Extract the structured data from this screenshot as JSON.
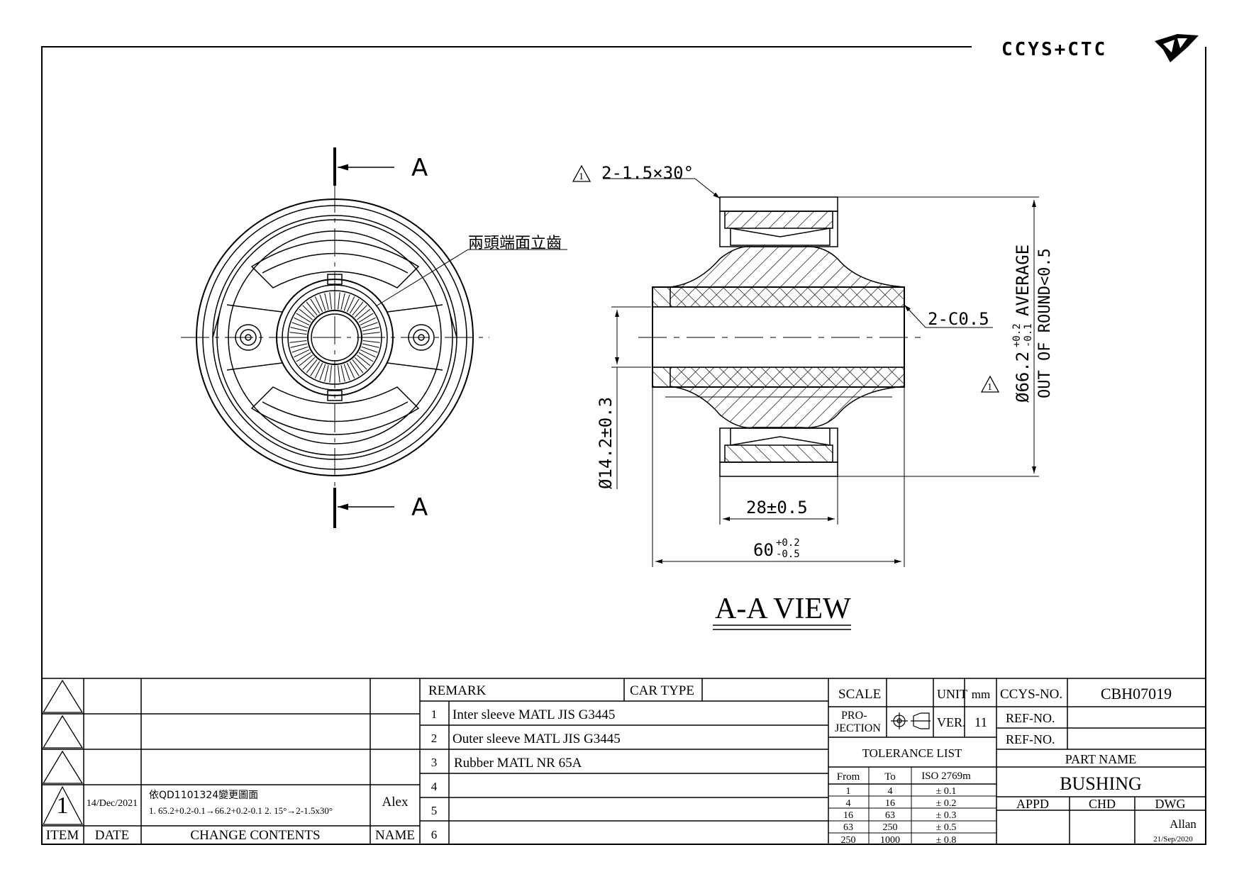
{
  "logo": {
    "text": "CCYS+CTC"
  },
  "section_marks": {
    "top": "A",
    "bottom": "A"
  },
  "front_view": {
    "callout": "兩頭端面立齒"
  },
  "section_view": {
    "chamfer_note": "2-1.5×30°",
    "chamfer_inner": "2-C0.5",
    "od_main": "Ø66.2",
    "od_tol_upper": "+0.2",
    "od_tol_lower": "-0.1",
    "od_suffix": "AVERAGE",
    "roundness": "OUT OF ROUND<0.5",
    "bore": "Ø14.2±0.3",
    "width_outer": "28±0.5",
    "length_main": "60",
    "length_tol_upper": "+0.2",
    "length_tol_lower": "-0.5",
    "view_title": "A-A VIEW",
    "rev_mark": "1"
  },
  "title_block": {
    "revisions": [
      {
        "item": "",
        "date": "",
        "content_line1": "",
        "content_line2": "",
        "name": ""
      },
      {
        "item": "",
        "date": "",
        "content_line1": "",
        "content_line2": "",
        "name": ""
      },
      {
        "item": "",
        "date": "",
        "content_line1": "",
        "content_line2": "",
        "name": ""
      },
      {
        "item": "1",
        "date": "14/Dec/2021",
        "content_line1": "依QD1101324變更圖面",
        "content_line2": "1. 65.2+0.2-0.1→66.2+0.2-0.1  2. 15°→2-1.5x30°",
        "name": "Alex"
      }
    ],
    "rev_headers": {
      "item": "ITEM",
      "date": "DATE",
      "content": "CHANGE CONTENTS",
      "name": "NAME"
    },
    "remark_label": "REMARK",
    "car_type_label": "CAR TYPE",
    "car_type_value": "",
    "remarks": [
      {
        "no": "1",
        "text": "Inter sleeve MATL JIS G3445"
      },
      {
        "no": "2",
        "text": "Outer sleeve MATL JIS G3445"
      },
      {
        "no": "3",
        "text": "Rubber MATL NR 65A"
      },
      {
        "no": "4",
        "text": ""
      },
      {
        "no": "5",
        "text": ""
      },
      {
        "no": "6",
        "text": ""
      }
    ],
    "scale_label": "SCALE",
    "scale_value": "",
    "unit_label": "UNIT",
    "unit_value": "mm",
    "projection_label_1": "PRO-",
    "projection_label_2": "JECTION",
    "ver_label": "VER.",
    "ver_value": "11",
    "tolerance_title": "TOLERANCE LIST",
    "tolerance_headers": {
      "from": "From",
      "to": "To",
      "iso": "ISO 2769m"
    },
    "tolerance_rows": [
      {
        "from": "1",
        "to": "4",
        "tol": "± 0.1"
      },
      {
        "from": "4",
        "to": "16",
        "tol": "± 0.2"
      },
      {
        "from": "16",
        "to": "63",
        "tol": "± 0.3"
      },
      {
        "from": "63",
        "to": "250",
        "tol": "± 0.5"
      },
      {
        "from": "250",
        "to": "1000",
        "tol": "± 0.8"
      }
    ],
    "ccys_no_label": "CCYS-NO.",
    "ccys_no_value": "CBH07019",
    "ref_no_label_1": "REF-NO.",
    "ref_no_value_1": "",
    "ref_no_label_2": "REF-NO.",
    "ref_no_value_2": "",
    "part_name_label": "PART NAME",
    "part_name_value": "BUSHING",
    "appd_label": "APPD",
    "chd_label": "CHD",
    "dwg_label": "DWG",
    "appd_value": "",
    "chd_value": "",
    "dwg_value": "Allan",
    "dwg_date": "21/Sep/2020"
  }
}
